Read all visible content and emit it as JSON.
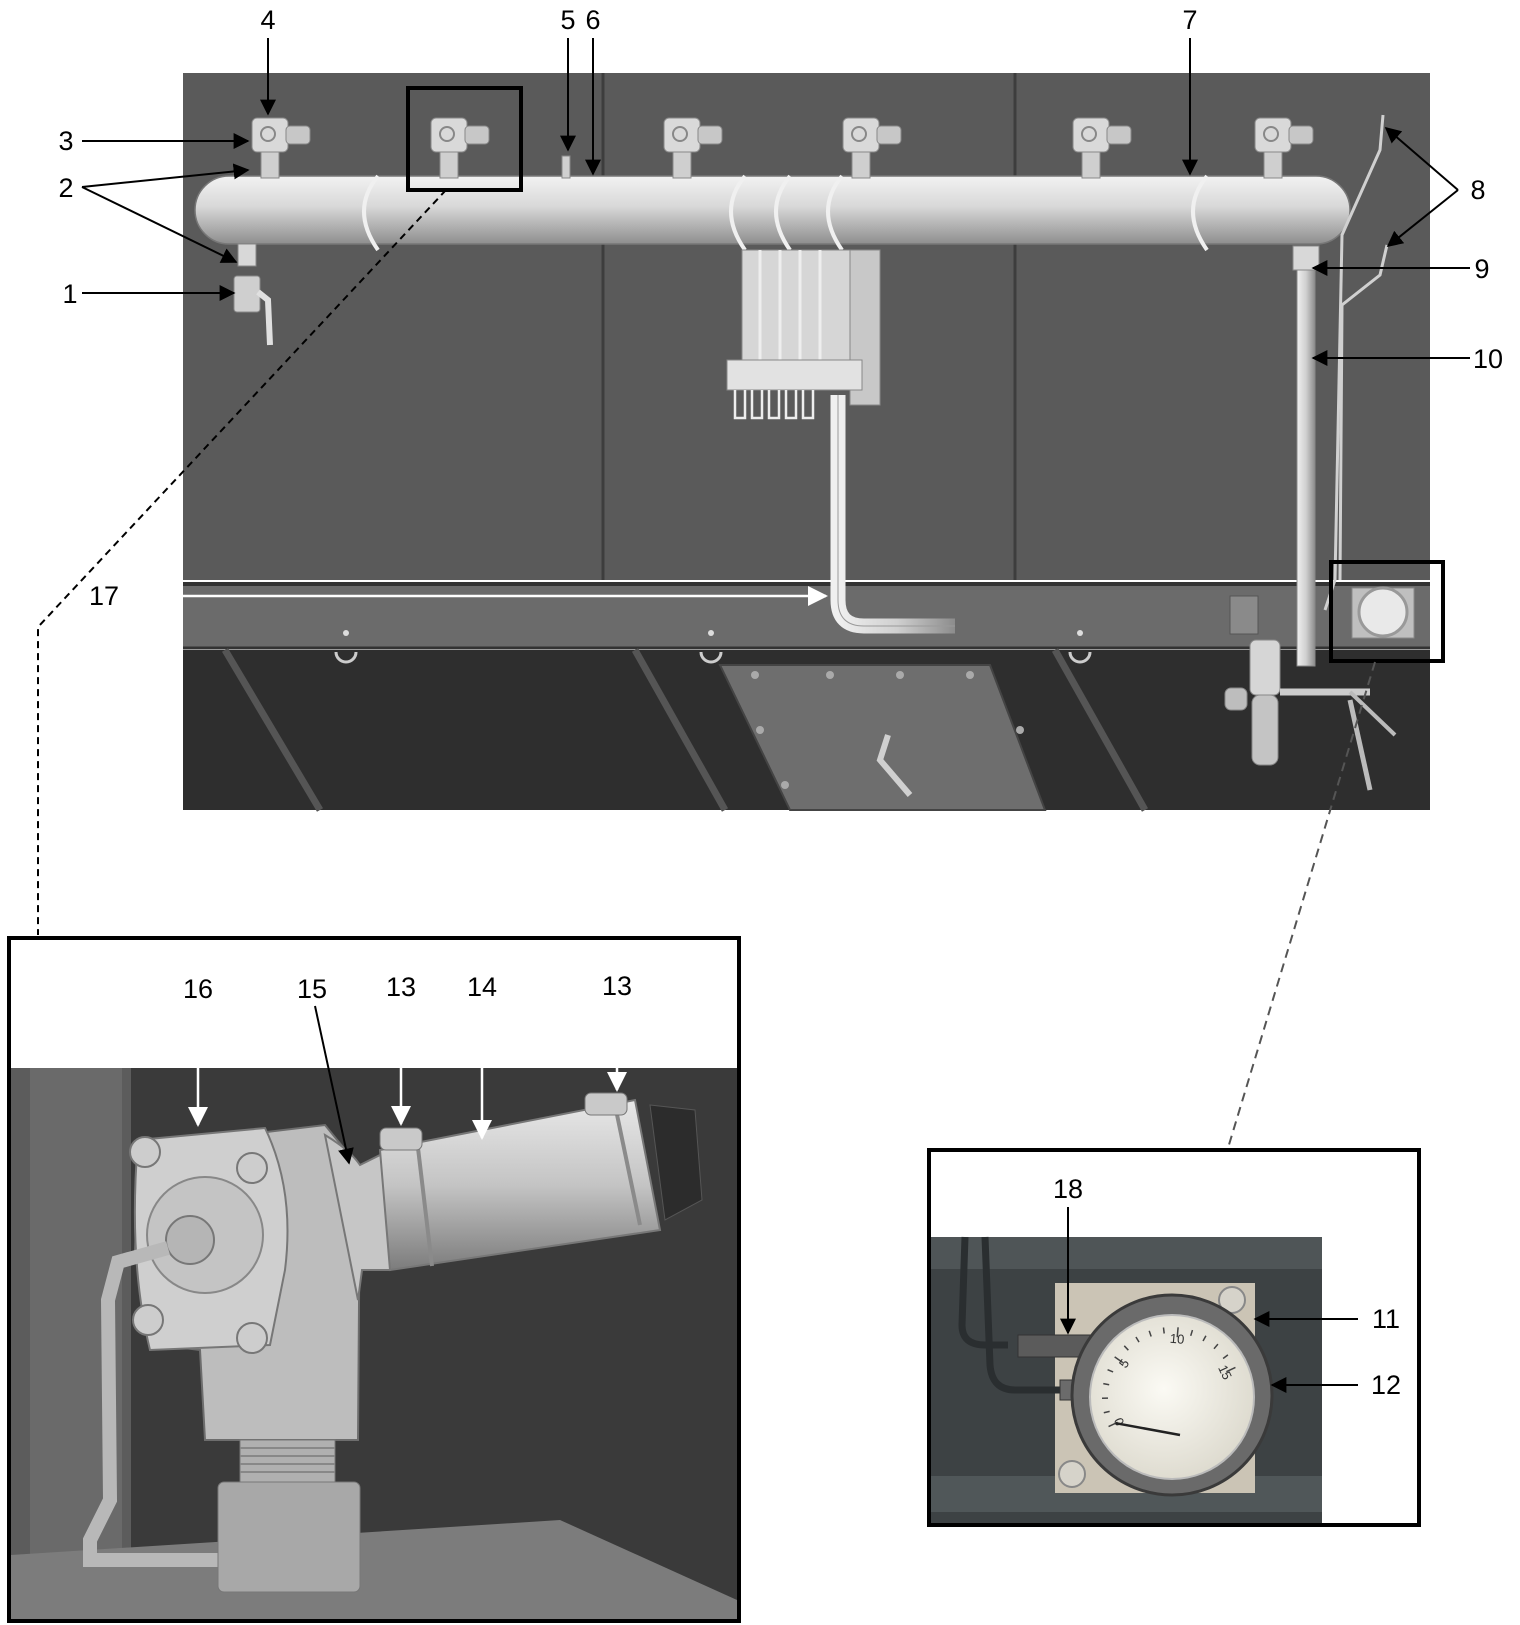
{
  "callouts": {
    "c1": "1",
    "c2": "2",
    "c3": "3",
    "c4": "4",
    "c5": "5",
    "c6": "6",
    "c7": "7",
    "c8": "8",
    "c9": "9",
    "c10": "10",
    "c11": "11",
    "c12": "12",
    "c13a": "13",
    "c13b": "13",
    "c14": "14",
    "c15": "15",
    "c16": "16",
    "c17": "17",
    "c18": "18"
  },
  "gauge": {
    "scale_labels": [
      "0",
      "5",
      "10",
      "15"
    ],
    "needle_value": 0
  },
  "colors": {
    "panel": "#5a5a5a",
    "panel_dark": "#2e2e2e",
    "pipe": "#d6d6d6",
    "pipe_shade": "#9a9a9a",
    "inset_bg": "#3a3a3a",
    "gauge_face": "#f4f2ea",
    "line": "#000000"
  }
}
